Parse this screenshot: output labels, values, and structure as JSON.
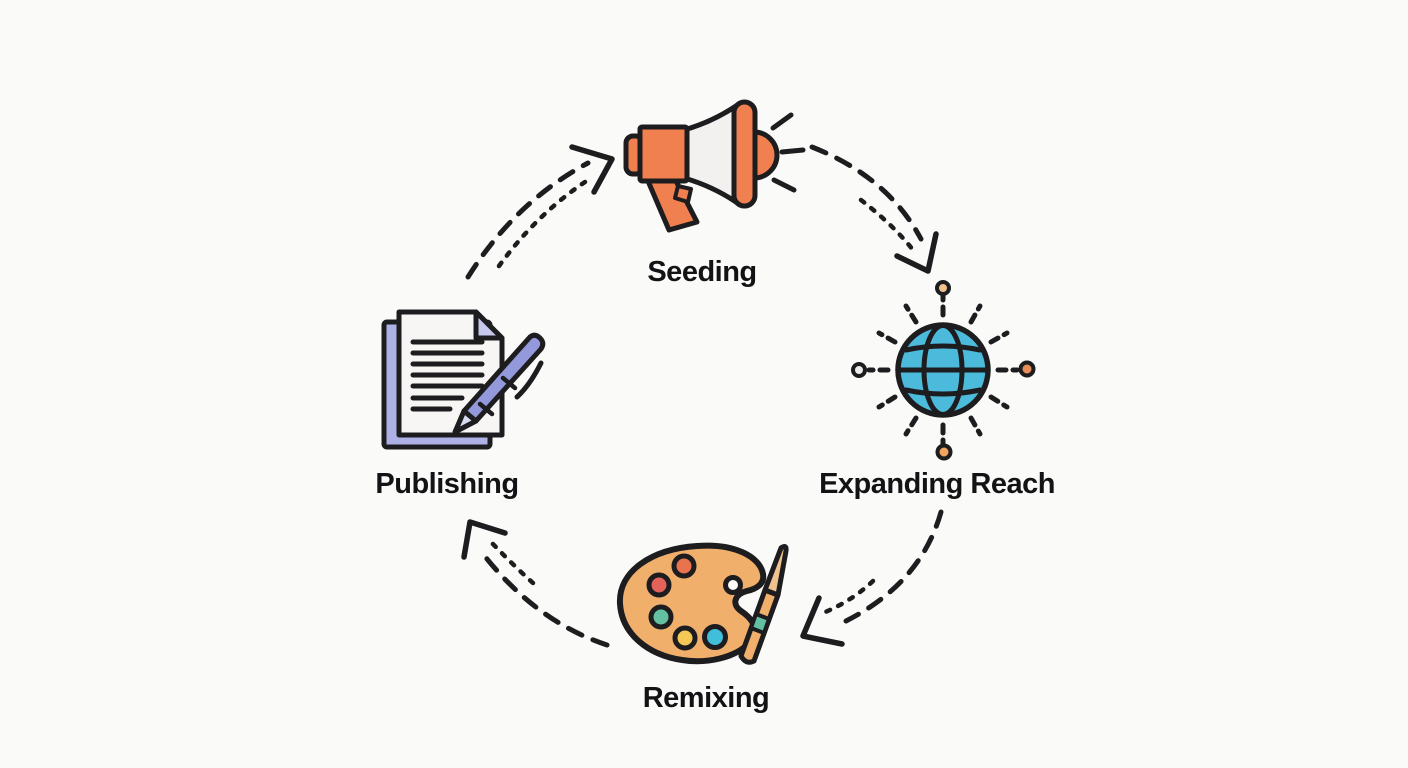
{
  "diagram": {
    "type": "cycle",
    "direction": "clockwise",
    "stages": [
      {
        "id": "seeding",
        "label": "Seeding",
        "icon": "megaphone-icon",
        "position": "top"
      },
      {
        "id": "expanding-reach",
        "label": "Expanding Reach",
        "icon": "globe-icon",
        "position": "right"
      },
      {
        "id": "remixing",
        "label": "Remixing",
        "icon": "paint-palette-icon",
        "position": "bottom"
      },
      {
        "id": "publishing",
        "label": "Publishing",
        "icon": "document-pen-icon",
        "position": "left"
      }
    ],
    "connectors": [
      {
        "from": "Publishing",
        "to": "Seeding",
        "style": "dashed-curved-arrow"
      },
      {
        "from": "Seeding",
        "to": "Expanding Reach",
        "style": "dashed-curved-arrow"
      },
      {
        "from": "Expanding Reach",
        "to": "Remixing",
        "style": "dashed-curved-arrow"
      },
      {
        "from": "Remixing",
        "to": "Publishing",
        "style": "dashed-curved-arrow"
      }
    ]
  },
  "colors": {
    "background": "#fafaf8",
    "outline": "#1d1d20",
    "label_text": "#131316",
    "megaphone_orange": "#f08050",
    "megaphone_cone_white": "#f2f1ef",
    "globe_blue": "#4cbadb",
    "globe_dot_tan": "#f0c28e",
    "globe_dot_orange": "#e88d5a",
    "globe_dot_white": "#ececea",
    "palette_orange": "#f1af6c",
    "paint_orange_red": "#e8734e",
    "paint_red": "#e3625a",
    "paint_teal": "#63c0a1",
    "paint_yellow": "#f5c855",
    "paint_cyan": "#41bed9",
    "brush_tip_tan": "#f0c28e",
    "pen_purple": "#9399da",
    "sheet_purple": "#adb1e6",
    "fold_purple": "#c6c8ee",
    "page_white": "#f7f6f4"
  }
}
